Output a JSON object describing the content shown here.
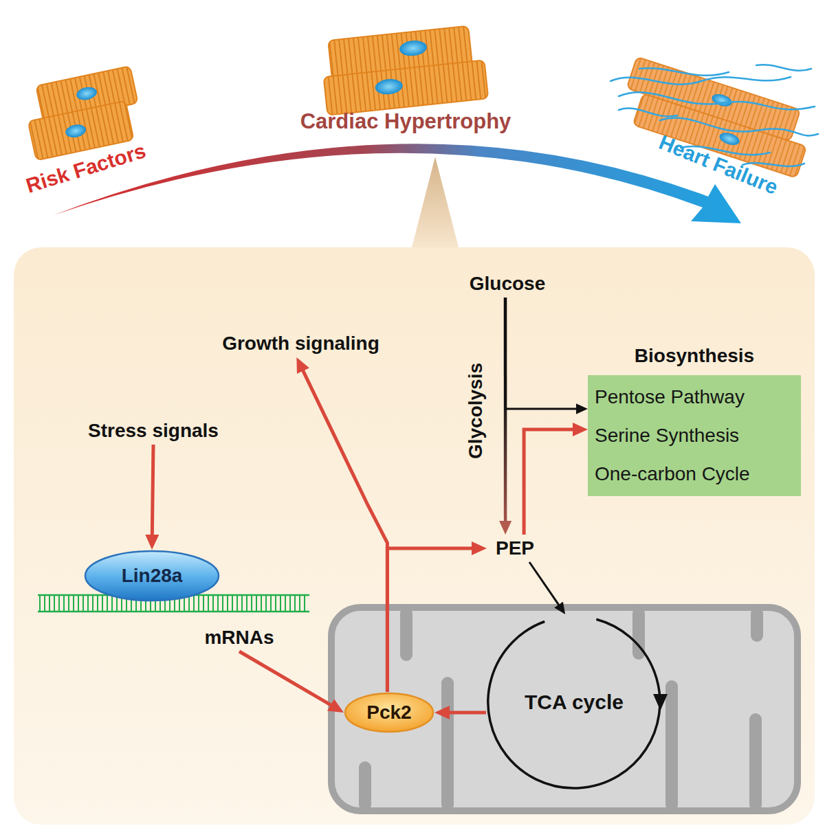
{
  "diagram": {
    "nodes": [
      {
        "text": [
          "Glucose"
        ]
      },
      {
        "text": [
          "Growth signaling"
        ]
      },
      {
        "text": [
          "Biosynthesis",
          "Pentose Pathway",
          "Serine Synthesis",
          "One-carbon Cycle"
        ]
      },
      {
        "text": [
          "Stress signals"
        ]
      },
      {
        "text": [
          "PEP"
        ]
      },
      {
        "text": [
          "Lin28a"
        ]
      },
      {
        "text": [
          "mRNAs"
        ]
      },
      {
        "text": [
          "Pck2"
        ]
      },
      {
        "text": [
          "TCA cycle"
        ]
      }
    ],
    "edges": [
      {
        "from": 0,
        "to": 4,
        "arrow": "to",
        "label": "Glycolysis"
      },
      {
        "from": 0,
        "to": 2,
        "arrow": "to"
      },
      {
        "from": 4,
        "to": 2,
        "arrow": "to"
      },
      {
        "from": 3,
        "to": 5,
        "arrow": "to"
      },
      {
        "from": 6,
        "to": 7,
        "arrow": "to"
      },
      {
        "from": 8,
        "to": 7,
        "arrow": "to"
      },
      {
        "from": 7,
        "to": 4,
        "arrow": "to"
      },
      {
        "from": 4,
        "to": 8,
        "arrow": "to"
      },
      {
        "from": 7,
        "to": 1,
        "arrow": "to"
      }
    ],
    "labels": [
      "Risk Factors",
      "Cardiac Hypertrophy",
      "Heart Failure"
    ]
  }
}
